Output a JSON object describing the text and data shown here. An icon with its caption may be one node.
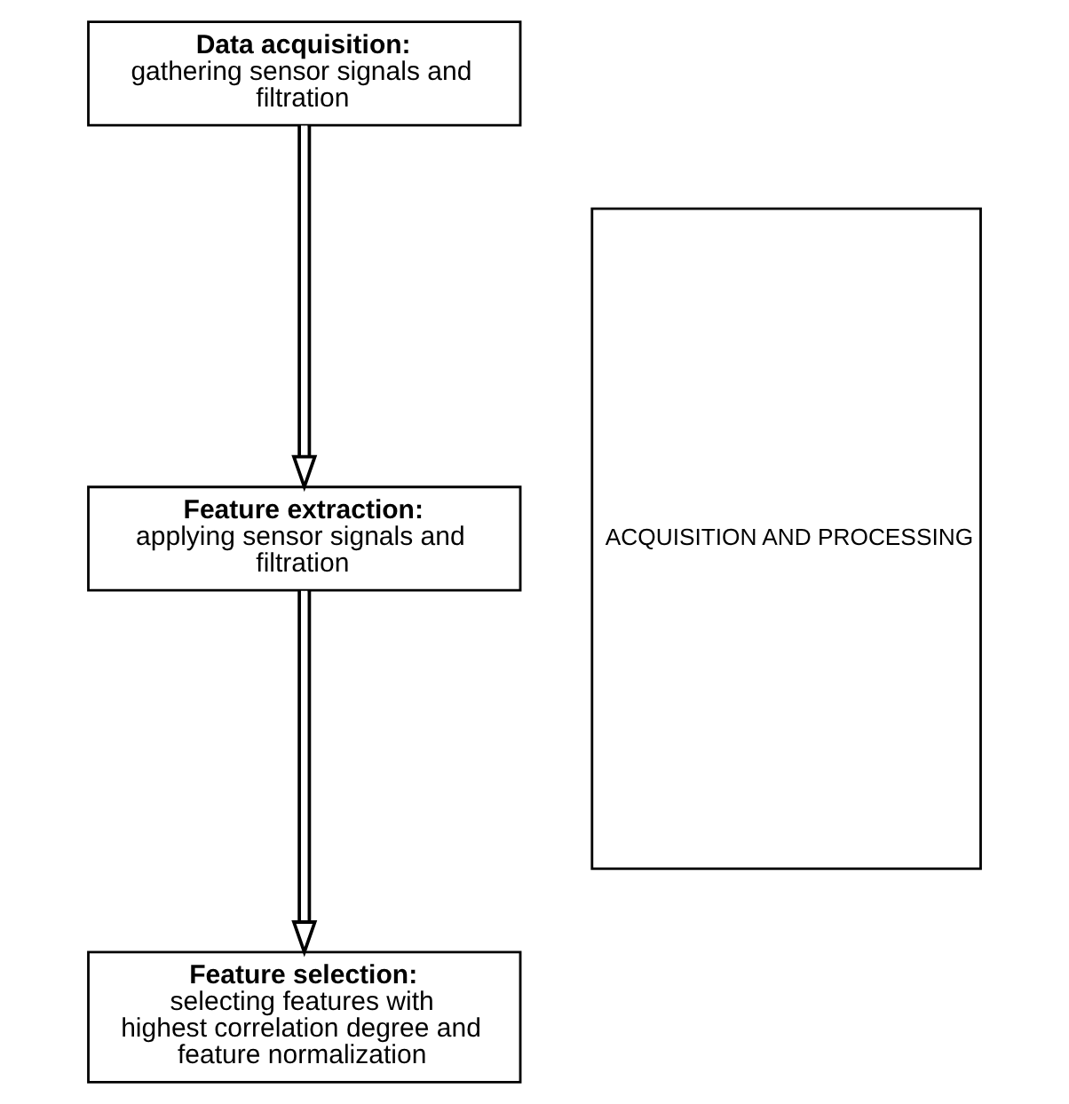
{
  "diagram": {
    "nodes": [
      {
        "text": [
          "Data acquisition:",
          "gathering sensor signals and filtration"
        ]
      },
      {
        "text": [
          "Feature extraction:",
          "applying sensor signals and filtration"
        ]
      },
      {
        "text": [
          "Feature selection:",
          "selecting features with highest correlation degree and feature normalization"
        ]
      },
      {
        "text": [
          "ACQUISITION AND PROCESSING"
        ]
      }
    ],
    "edges": [
      {
        "from": 0,
        "to": 1,
        "arrow": "to"
      },
      {
        "from": 1,
        "to": 2,
        "arrow": "to"
      }
    ]
  }
}
